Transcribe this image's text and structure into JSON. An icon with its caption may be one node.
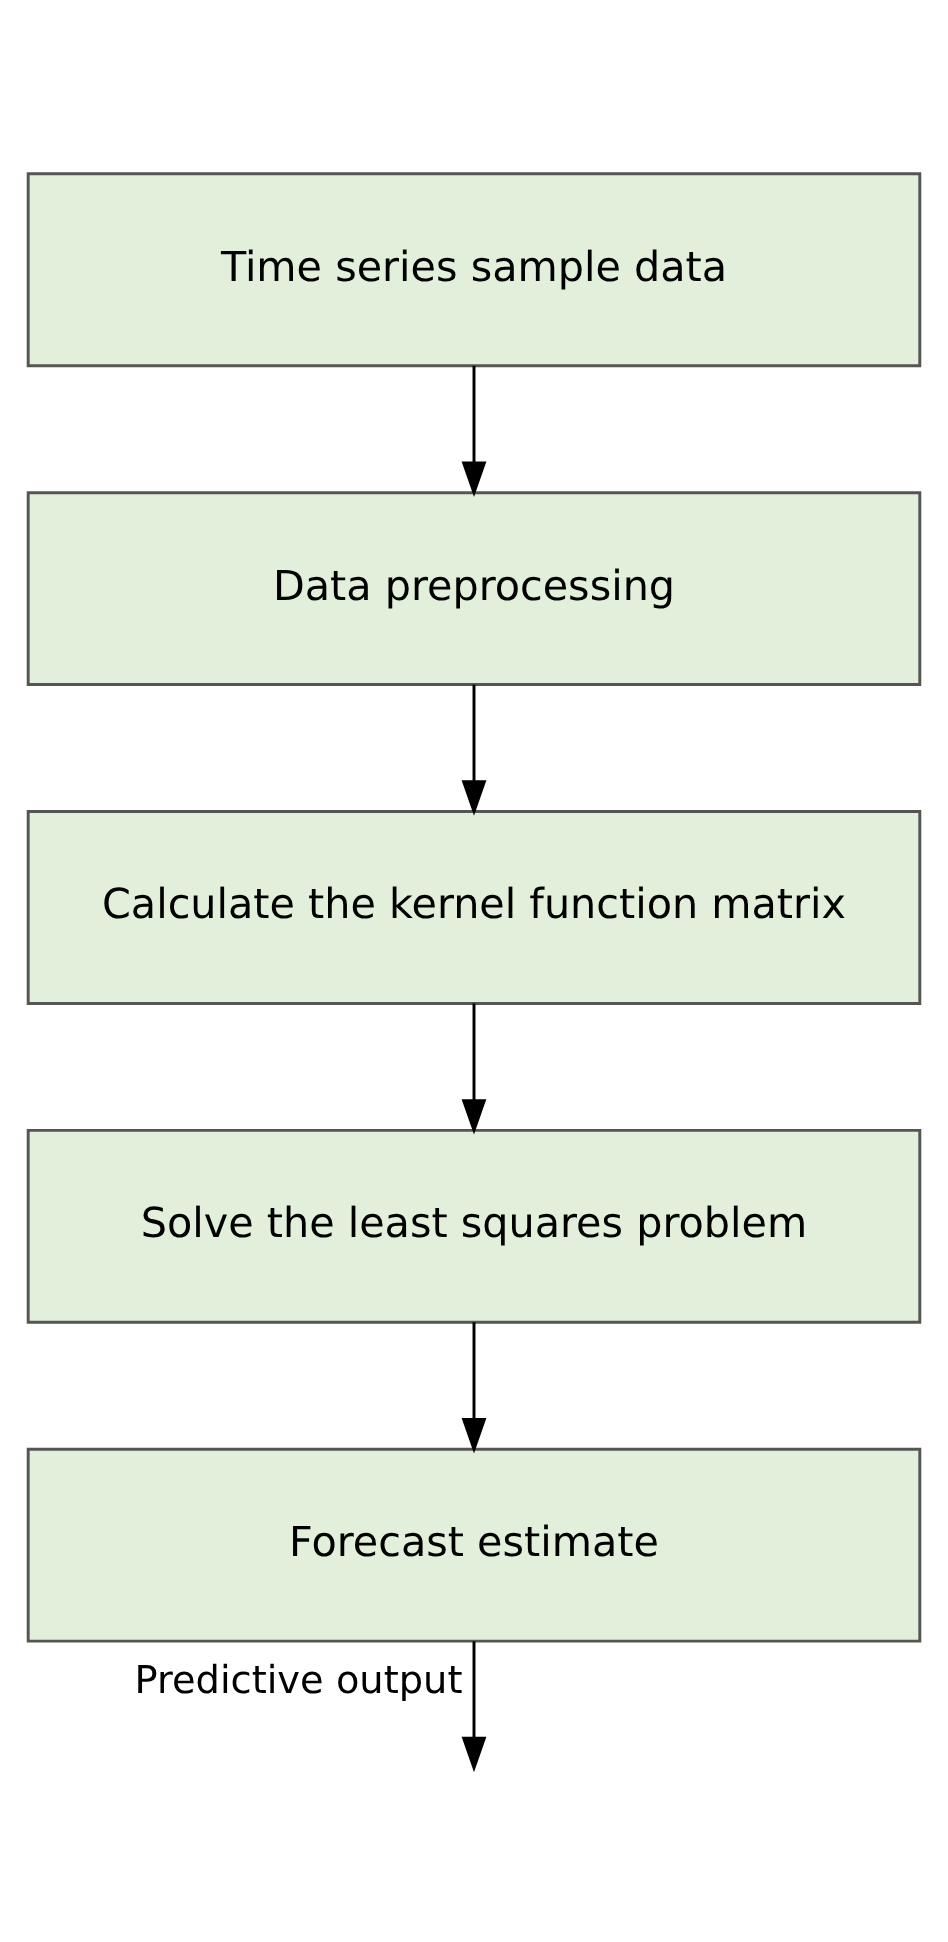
{
  "diagram": {
    "nodes": [
      {
        "text": [
          "Time series sample data"
        ]
      },
      {
        "text": [
          "Data preprocessing"
        ]
      },
      {
        "text": [
          "Calculate the kernel function matrix"
        ]
      },
      {
        "text": [
          "Solve the least squares problem"
        ]
      },
      {
        "text": [
          "Forecast estimate"
        ]
      }
    ],
    "edges": [
      {
        "from": 0,
        "to": 1,
        "arrow": "to"
      },
      {
        "from": 1,
        "to": 2,
        "arrow": "to"
      },
      {
        "from": 2,
        "to": 3,
        "arrow": "to"
      },
      {
        "from": 3,
        "to": 4,
        "arrow": "to"
      },
      {
        "from": 4,
        "to": null,
        "arrow": "to",
        "label": "Predictive output"
      }
    ]
  }
}
